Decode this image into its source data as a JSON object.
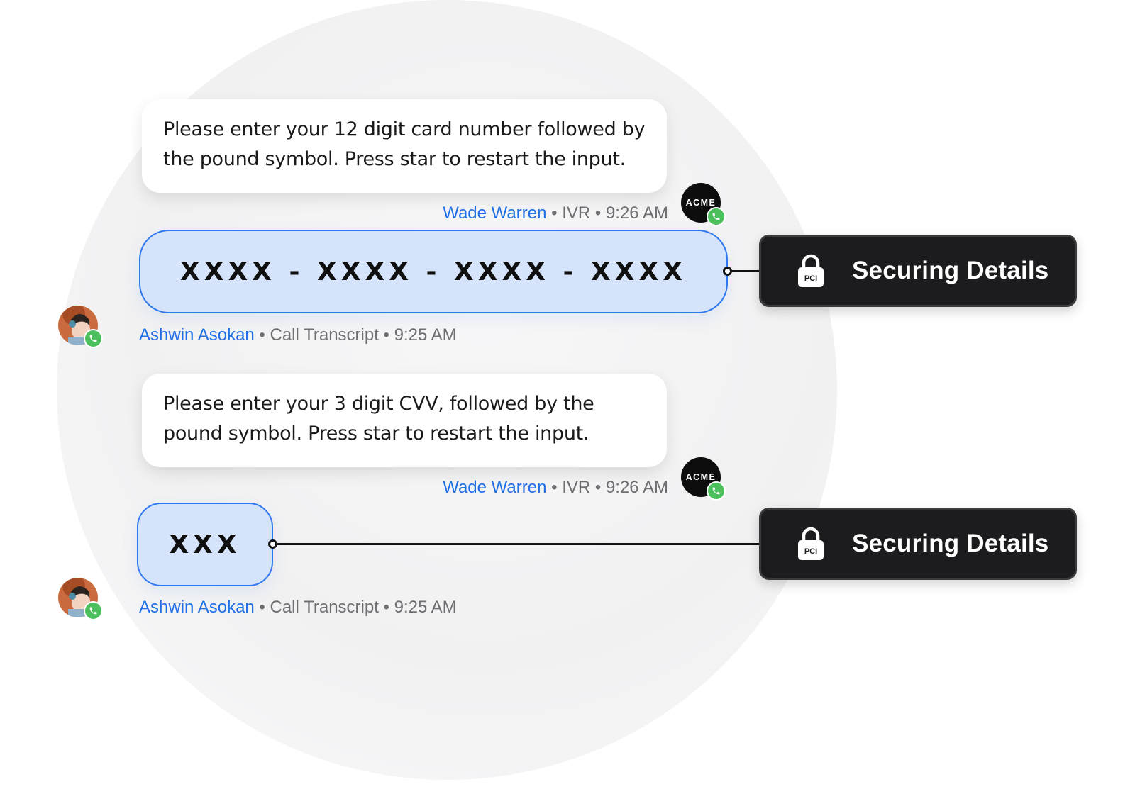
{
  "messages": [
    {
      "ivr_text": "Please enter your 12 digit card number followed by the pound symbol. Press star to restart the input.",
      "ivr_name": "Wade Warren",
      "ivr_meta": " • IVR • 9:26 AM",
      "ivr_avatar_text": "ACME",
      "user_input": "XXXX - XXXX - XXXX - XXXX",
      "user_name": "Ashwin Asokan",
      "user_meta": " • Call Transcript • 9:25 AM",
      "secure_label": "Securing Details",
      "lock_badge": "PCI"
    },
    {
      "ivr_text": "Please enter your 3 digit CVV, followed by the pound symbol.  Press star to restart the input.",
      "ivr_name": "Wade Warren",
      "ivr_meta": " • IVR • 9:26 AM",
      "ivr_avatar_text": "ACME",
      "user_input": "XXX",
      "user_name": "Ashwin Asokan",
      "user_meta": " • Call Transcript • 9:25 AM",
      "secure_label": "Securing Details",
      "lock_badge": "PCI"
    }
  ],
  "colors": {
    "accent_blue": "#1f6fe5",
    "user_bubble_bg": "#d6e4fb",
    "user_bubble_border": "#2f78ee",
    "secure_pill_bg": "#1c1c1e",
    "phone_badge_green": "#4cc05d"
  },
  "icons": [
    "acme-logo-avatar",
    "phone-icon",
    "user-avatar-photo",
    "lock-icon"
  ]
}
